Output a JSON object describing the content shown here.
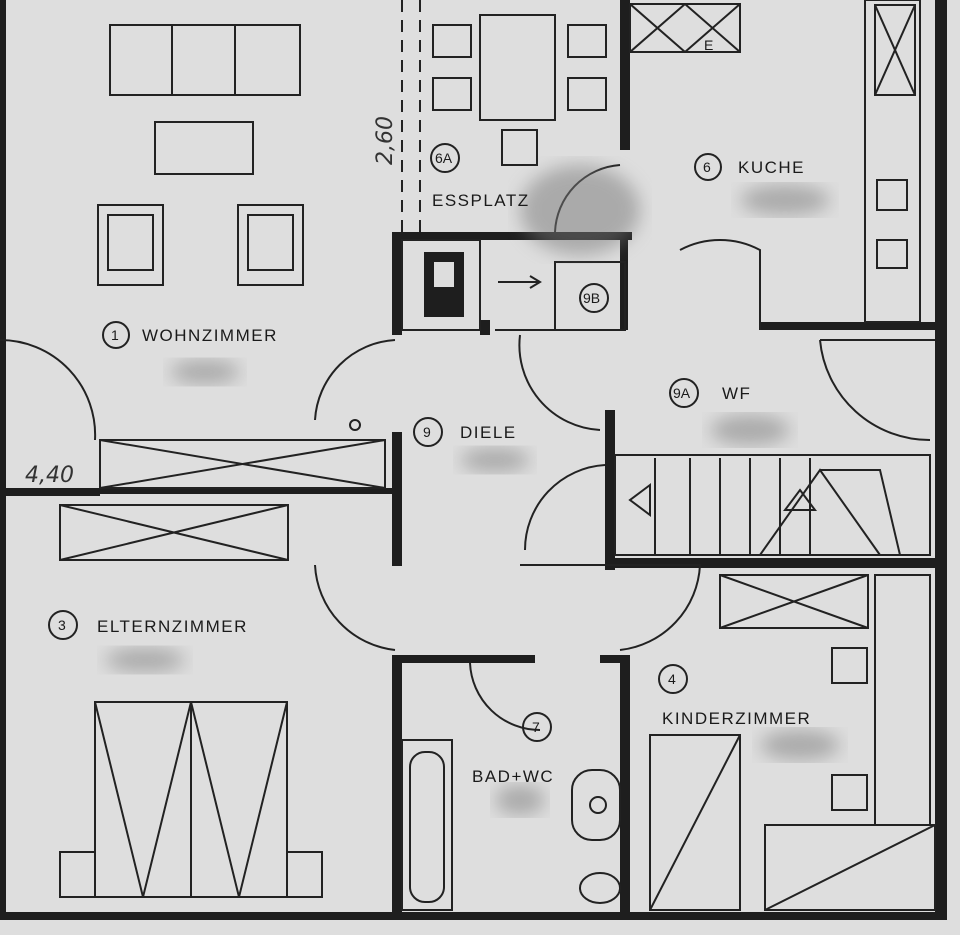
{
  "rooms": {
    "wohnzimmer": {
      "number": "1",
      "label": "WOHNZIMMER"
    },
    "elternzimmer": {
      "number": "3",
      "label": "ELTERNZIMMER"
    },
    "kinderzimmer": {
      "number": "4",
      "label": "KINDERZIMMER"
    },
    "kuche": {
      "number": "6",
      "label": "KUCHE"
    },
    "essplatz": {
      "number": "6A",
      "label": "ESSPLATZ"
    },
    "bad": {
      "number": "7",
      "label": "BAD+WC"
    },
    "diele": {
      "number": "9",
      "label": "DIELE"
    },
    "wf": {
      "number": "9A",
      "label": "WF"
    },
    "abstell": {
      "number": "9B"
    }
  },
  "dimensions": {
    "essplatz_width": "2,60",
    "wohnzimmer_depth": "4,40"
  },
  "kitchen_marker": "E",
  "colors": {
    "paper": "#dcdcdc",
    "ink": "#1e1e1e"
  }
}
